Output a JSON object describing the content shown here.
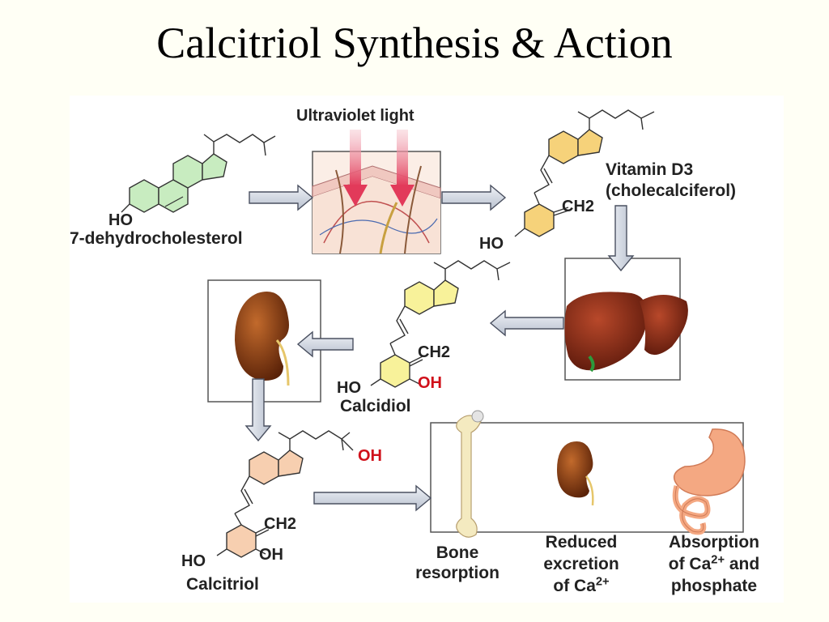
{
  "title": "Calcitriol Synthesis & Action",
  "labels": {
    "uv_light": "Ultraviolet light",
    "precursor_ho": "HO",
    "precursor_name": "7-dehydrocholesterol",
    "vitd3_line1": "Vitamin D3",
    "vitd3_line2": "(cholecalciferol)",
    "vitd3_ch2": "CH2",
    "vitd3_ho": "HO",
    "calcidiol_ch2": "CH2",
    "calcidiol_ho": "HO",
    "calcidiol_oh": "OH",
    "calcidiol_name": "Calcidiol",
    "calcitriol_oh_tail": "OH",
    "calcitriol_ch2": "CH2",
    "calcitriol_ho": "HO",
    "calcitriol_oh": "OH",
    "calcitriol_name": "Calcitriol",
    "bone_line1": "Bone",
    "bone_line2": "resorption",
    "kidney_effect_line1": "Reduced",
    "kidney_effect_line2": "excretion",
    "kidney_effect_line3": "of Ca",
    "kidney_effect_sup": "2+",
    "intestine_line1": "Absorption",
    "intestine_line2a": "of Ca",
    "intestine_sup": "2+",
    "intestine_line2b": " and",
    "intestine_line3": "phosphate"
  },
  "colors": {
    "background": "#fffff5",
    "precursor_rings": "#c8ecc0",
    "vitd3_rings": "#f6d27a",
    "calcidiol_rings": "#f8f29a",
    "calcitriol_rings": "#f7cfb0",
    "arrow_fill": "#d8dee8",
    "arrow_stroke": "#4a5060",
    "highlight_red": "#d0101a",
    "uv_arrows": "#e8506a",
    "liver": "#8b2a14",
    "kidney": "#8a3c12",
    "bone": "#f4eac0",
    "stomach": "#f4a882"
  },
  "icons": [
    "uv-skin-icon",
    "liver-icon",
    "kidney-icon",
    "small-kidney-icon",
    "bone-icon",
    "intestine-icon"
  ]
}
